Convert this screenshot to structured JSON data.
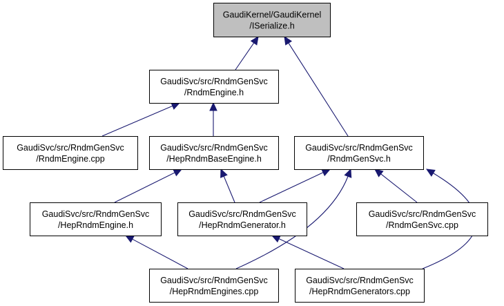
{
  "colors": {
    "edge": "#191970",
    "root_fill": "#bfbfbf",
    "node_fill": "#ffffff",
    "border": "#000000"
  },
  "nodes": [
    {
      "id": "iserialize",
      "line1": "GaudiKernel/GaudiKernel",
      "line2": "/ISerialize.h",
      "highlight": true
    },
    {
      "id": "rndmengine_h",
      "line1": "GaudiSvc/src/RndmGenSvc",
      "line2": "/RndmEngine.h"
    },
    {
      "id": "rndmengine_cpp",
      "line1": "GaudiSvc/src/RndmGenSvc",
      "line2": "/RndmEngine.cpp"
    },
    {
      "id": "heprndmbaseengine_h",
      "line1": "GaudiSvc/src/RndmGenSvc",
      "line2": "/HepRndmBaseEngine.h"
    },
    {
      "id": "rndmgensvc_h",
      "line1": "GaudiSvc/src/RndmGenSvc",
      "line2": "/RndmGenSvc.h"
    },
    {
      "id": "heprndmengine_h",
      "line1": "GaudiSvc/src/RndmGenSvc",
      "line2": "/HepRndmEngine.h"
    },
    {
      "id": "heprndmgenerator_h",
      "line1": "GaudiSvc/src/RndmGenSvc",
      "line2": "/HepRndmGenerator.h"
    },
    {
      "id": "rndmgensvc_cpp",
      "line1": "GaudiSvc/src/RndmGenSvc",
      "line2": "/RndmGenSvc.cpp"
    },
    {
      "id": "heprndmengines_cpp",
      "line1": "GaudiSvc/src/RndmGenSvc",
      "line2": "/HepRndmEngines.cpp"
    },
    {
      "id": "heprndmgenerators_cpp",
      "line1": "GaudiSvc/src/RndmGenSvc",
      "line2": "/HepRndmGenerators.cpp"
    }
  ],
  "edges": [
    {
      "from": "rndmengine_h",
      "to": "iserialize"
    },
    {
      "from": "rndmgensvc_h",
      "to": "iserialize"
    },
    {
      "from": "rndmengine_cpp",
      "to": "rndmengine_h"
    },
    {
      "from": "heprndmbaseengine_h",
      "to": "rndmengine_h"
    },
    {
      "from": "heprndmengine_h",
      "to": "heprndmbaseengine_h"
    },
    {
      "from": "heprndmgenerator_h",
      "to": "heprndmbaseengine_h"
    },
    {
      "from": "heprndmgenerator_h",
      "to": "rndmgensvc_h"
    },
    {
      "from": "heprndmengines_cpp",
      "to": "rndmgensvc_h"
    },
    {
      "from": "rndmgensvc_cpp",
      "to": "rndmgensvc_h"
    },
    {
      "from": "heprndmgenerators_cpp",
      "to": "rndmgensvc_h"
    },
    {
      "from": "heprndmengines_cpp",
      "to": "heprndmengine_h"
    },
    {
      "from": "heprndmgenerators_cpp",
      "to": "heprndmgenerator_h"
    }
  ]
}
